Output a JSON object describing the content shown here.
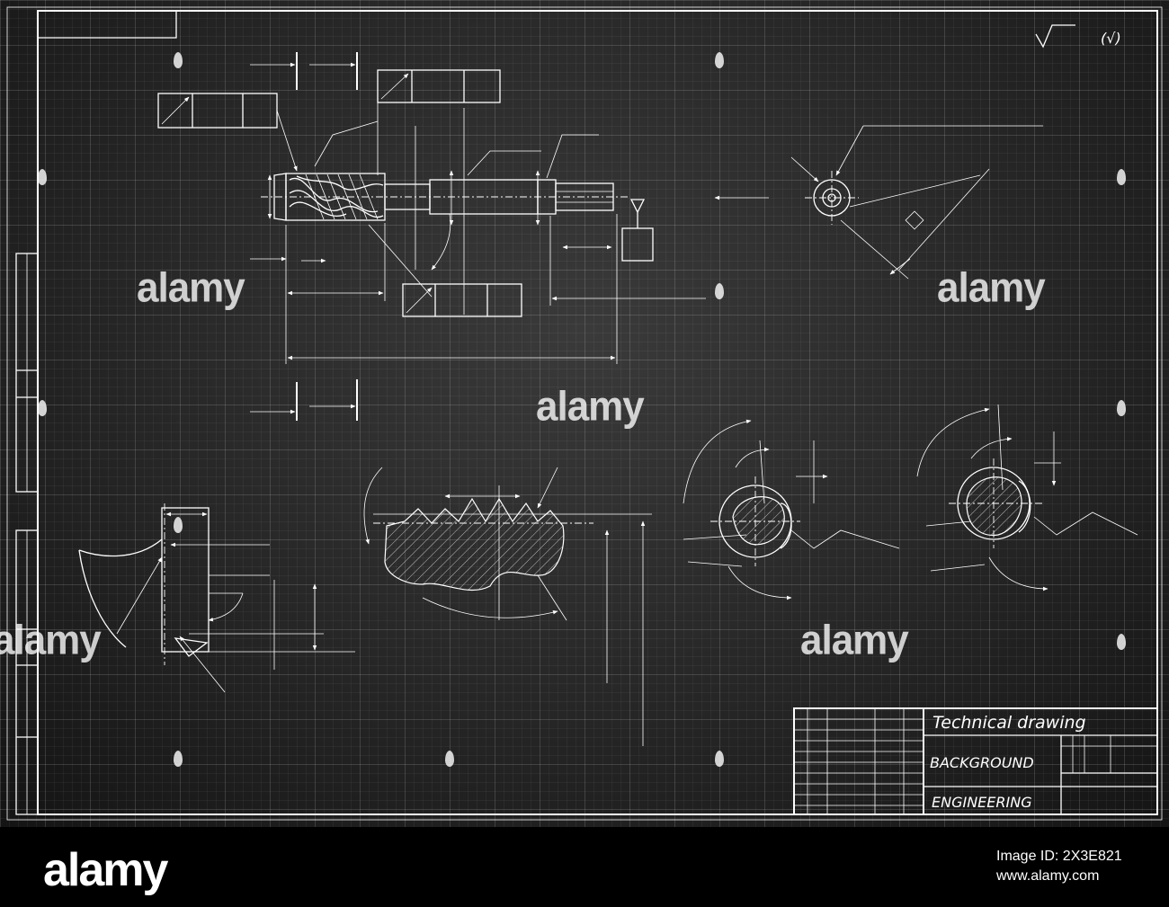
{
  "title_block": {
    "title": "Technical drawing",
    "line2": "BACKGROUND",
    "line3": "ENGINEERING"
  },
  "roughness_mark": "(√)",
  "watermark": "alamy",
  "footer": {
    "logo": "alamy",
    "image_id_label": "Image ID: 2X3E821",
    "site": "www.alamy.com"
  },
  "colors": {
    "sheet": "#262626",
    "line": "#ffffff",
    "footer": "#000000"
  }
}
